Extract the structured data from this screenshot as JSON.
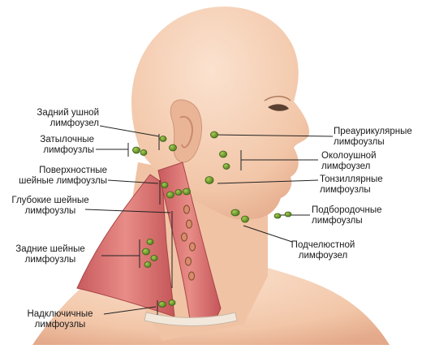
{
  "labels": {
    "posterior_auricular": [
      "Задний ушной",
      "лимфоузел"
    ],
    "occipital": [
      "Затылочные",
      "лимфоузлы"
    ],
    "superficial_cervical": [
      "Поверхностные",
      "шейные лимфоузлы"
    ],
    "deep_cervical": [
      "Глубокие шейные",
      "лимфоузлы"
    ],
    "posterior_cervical": [
      "Задние шейные",
      "лимфоузлы"
    ],
    "supraclavicular": [
      "Надключичные",
      "лимфоузлы"
    ],
    "preauricular": [
      "Преаурикулярные",
      "лимфоузлы"
    ],
    "parotid": [
      "Околоушной",
      "лимфоузел"
    ],
    "tonsillar": [
      "Тонзиллярные",
      "лимфоузлы"
    ],
    "submental": [
      "Подбородочные",
      "лимфоузлы"
    ],
    "submandibular": [
      "Подчелюстной",
      "лимфоузел"
    ]
  },
  "colors": {
    "skin": "#f5cfb4",
    "skin_shade": "#e9b699",
    "muscle": "#d9706f",
    "muscle_dark": "#b84f52",
    "node": "#6f9a2a",
    "node_dark": "#3e6516",
    "line": "#222222"
  }
}
